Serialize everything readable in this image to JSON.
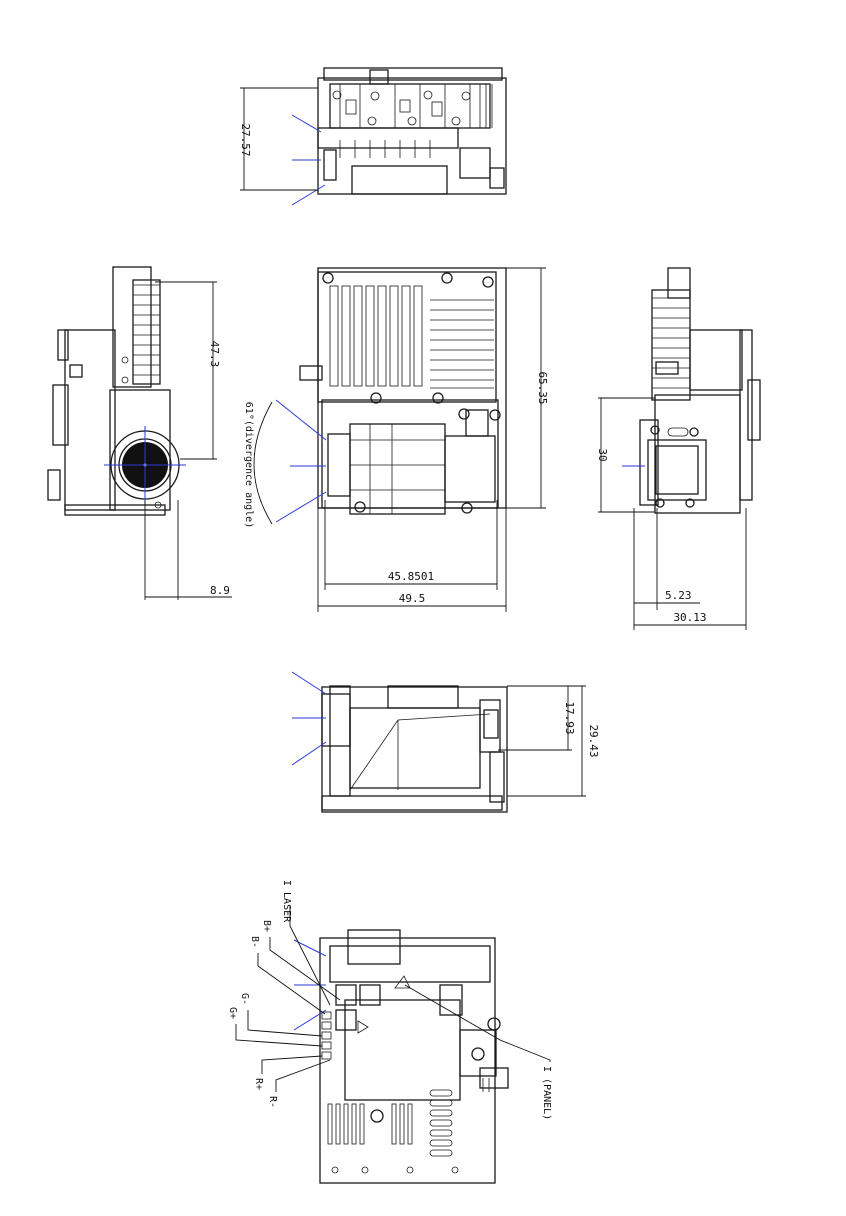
{
  "dimensions": {
    "top_view_height": "27.57",
    "side_heatsink_height": "47.3",
    "side_lens_offset": "8.9",
    "divergence_label": "61°(divergence angle)",
    "front_height": "65.35",
    "front_inner_width": "45.8501",
    "front_outer_width": "49.5",
    "right_height": "30",
    "right_offset": "5.23",
    "right_width": "30.13",
    "bottom_inner_height": "17.93",
    "bottom_outer_height": "29.43"
  },
  "pin_labels": {
    "laser": "I LASER",
    "b_plus": "B+",
    "b_minus": "B-",
    "g_minus": "G-",
    "g_plus": "G+",
    "r_plus": "R+",
    "r_minus": "R-",
    "panel": "I (PANEL)"
  },
  "colors": {
    "line": "#1a1a1a",
    "projection_ray": "#2a3ad6"
  }
}
